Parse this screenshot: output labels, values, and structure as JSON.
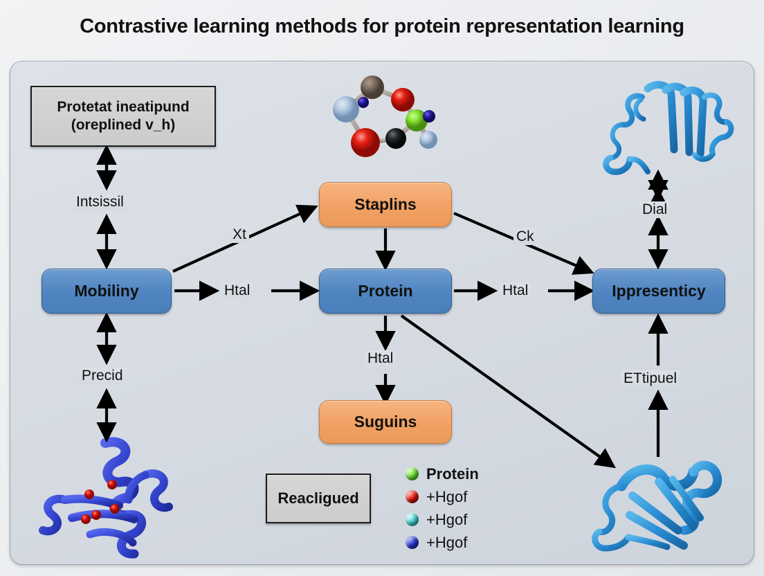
{
  "title": "Contrastive learning methods for protein representation learning",
  "nodes": {
    "input_box": {
      "line1": "Protetat ineatipund",
      "line2": "(oreplined v_h)"
    },
    "mobiliny": "Mobiliny",
    "staplins": "Staplins",
    "protein": "Protein",
    "suguins": "Suguins",
    "ippresenticy": "Ippresenticy",
    "reacligued": "Reacligued"
  },
  "edge_labels": {
    "intsissil": "Intsissil",
    "precid": "Precid",
    "xt": "Xt",
    "htal_left": "Htal",
    "htal_right": "Htal",
    "htal_down": "Htal",
    "ck": "Ck",
    "dial": "Dial",
    "ettipuel": "ETtipuel"
  },
  "legend": {
    "items": [
      {
        "label": "Protein",
        "color": "#66dd33",
        "icon": "sphere-green-icon"
      },
      {
        "label": "+Hgof",
        "color": "#dd1111",
        "icon": "sphere-red-icon"
      },
      {
        "label": "+Hgof",
        "color": "#44cccc",
        "icon": "sphere-cyan-icon"
      },
      {
        "label": "+Hgof",
        "color": "#2233cc",
        "icon": "sphere-blue-icon"
      }
    ]
  },
  "colors": {
    "node_blue": "#4f84c0",
    "node_orange": "#f1a163",
    "node_grey": "#cccccc",
    "panel_bg": "#d7dce3",
    "page_bg": "#eceef1",
    "ribbon_light_blue": "#2b8fd4",
    "ribbon_dark_blue": "#3344cc",
    "ligand_red": "#dd1111"
  },
  "graphics": {
    "molecule": "ball-and-stick-molecule-graphic",
    "protein_top_right": "protein-ribbon-structure-graphic",
    "protein_bottom_left": "protein-helix-with-ligands-graphic",
    "protein_bottom_right": "protein-ribbon-structure-graphic"
  }
}
